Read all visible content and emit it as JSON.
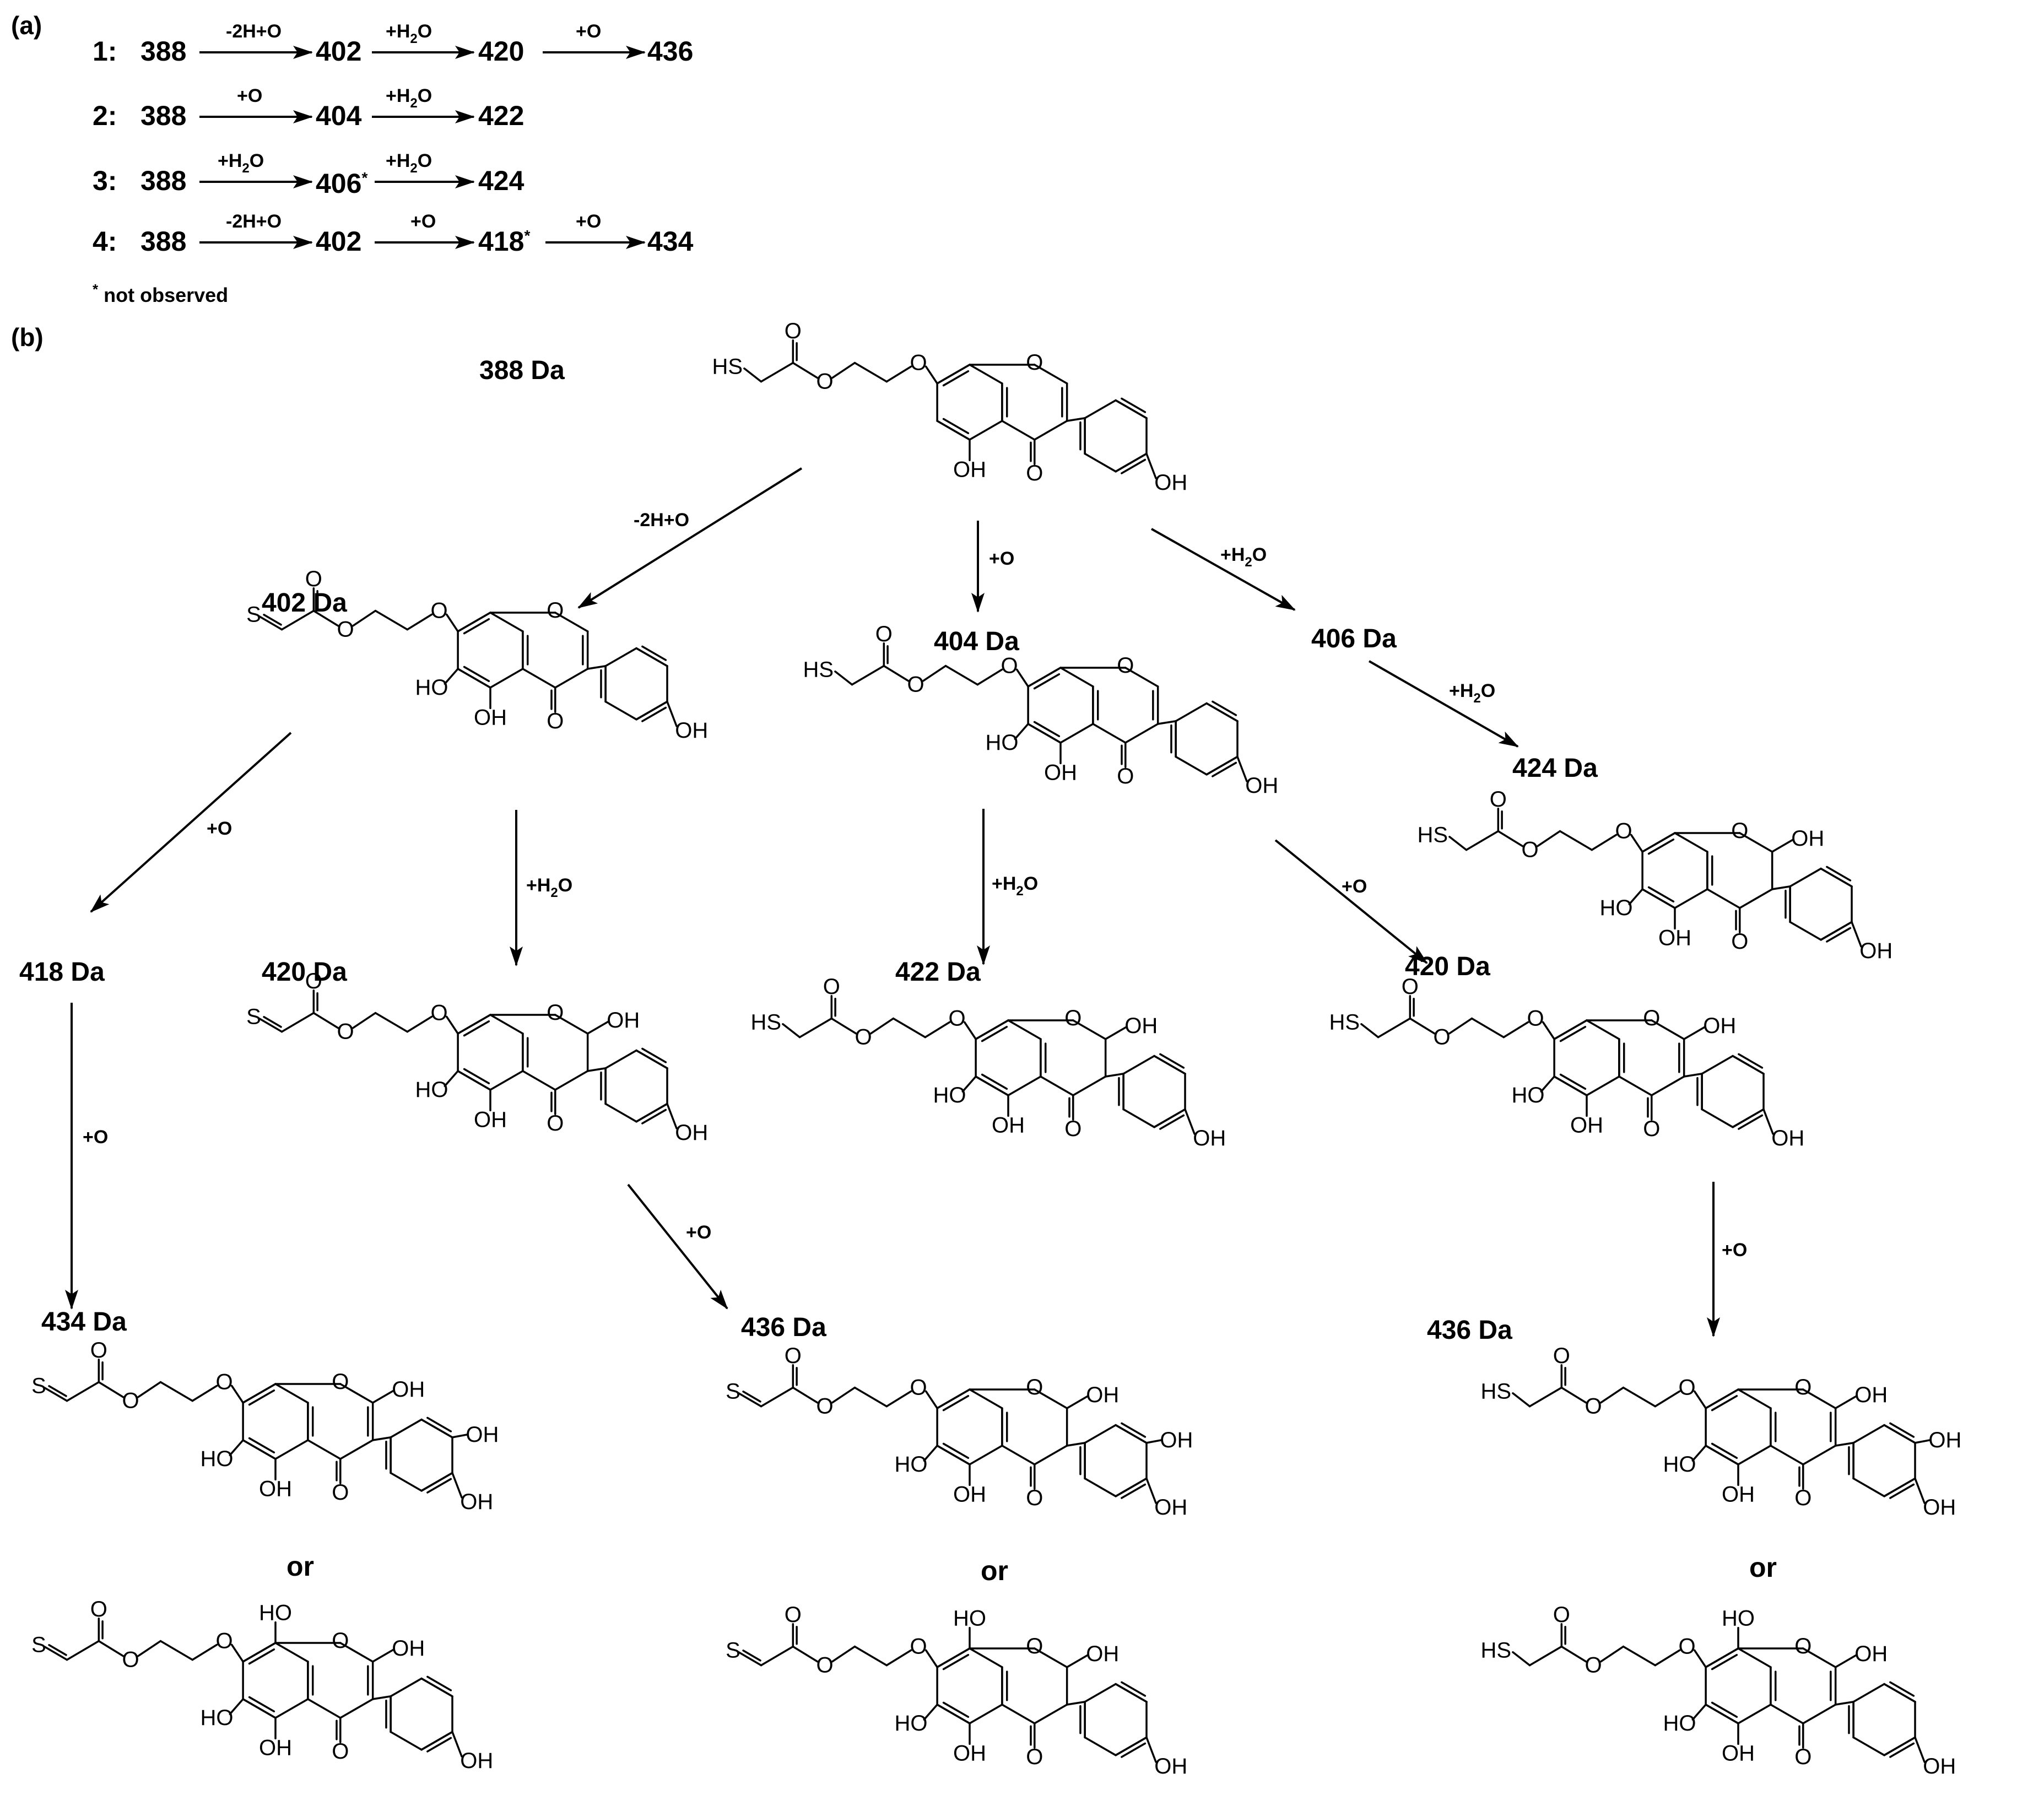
{
  "panel_a": {
    "label": "(a)",
    "pathways": [
      {
        "num": "1:",
        "steps": [
          "388",
          "402",
          "420",
          "436"
        ],
        "arrows": [
          "-2H+O",
          "+H2O",
          "+O"
        ]
      },
      {
        "num": "2:",
        "steps": [
          "388",
          "404",
          "422"
        ],
        "arrows": [
          "+O",
          "+H2O"
        ]
      },
      {
        "num": "3:",
        "steps": [
          "388",
          "406*",
          "424"
        ],
        "arrows": [
          "+H2O",
          "+H2O"
        ]
      },
      {
        "num": "4:",
        "steps": [
          "388",
          "402",
          "418*",
          "434"
        ],
        "arrows": [
          "-2H+O",
          "+O",
          "+O"
        ]
      }
    ],
    "footnote": "* not observed"
  },
  "panel_b": {
    "label": "(b)",
    "or_label": "or",
    "masses": {
      "m388": "388 Da",
      "m402": "402 Da",
      "m404": "404 Da",
      "m406": "406 Da",
      "m418": "418 Da",
      "m420a": "420 Da",
      "m422": "422 Da",
      "m424": "424 Da",
      "m420b": "420 Da",
      "m434": "434 Da",
      "m436a": "436 Da",
      "m436b": "436 Da"
    },
    "arrows": {
      "a388_402": "-2H+O",
      "a388_404": "+O",
      "a388_406": "+H2O",
      "a402_418": "+O",
      "a402_420": "+H2O",
      "a404_422": "+H2O",
      "a404_420": "+O",
      "a406_424": "+H2O",
      "a418_434": "+O",
      "a420_436": "+O",
      "a420b_436": "+O"
    },
    "atoms": {
      "sh": "HS",
      "s": "S",
      "o": "O",
      "oh": "OH",
      "ho": "HO"
    }
  }
}
